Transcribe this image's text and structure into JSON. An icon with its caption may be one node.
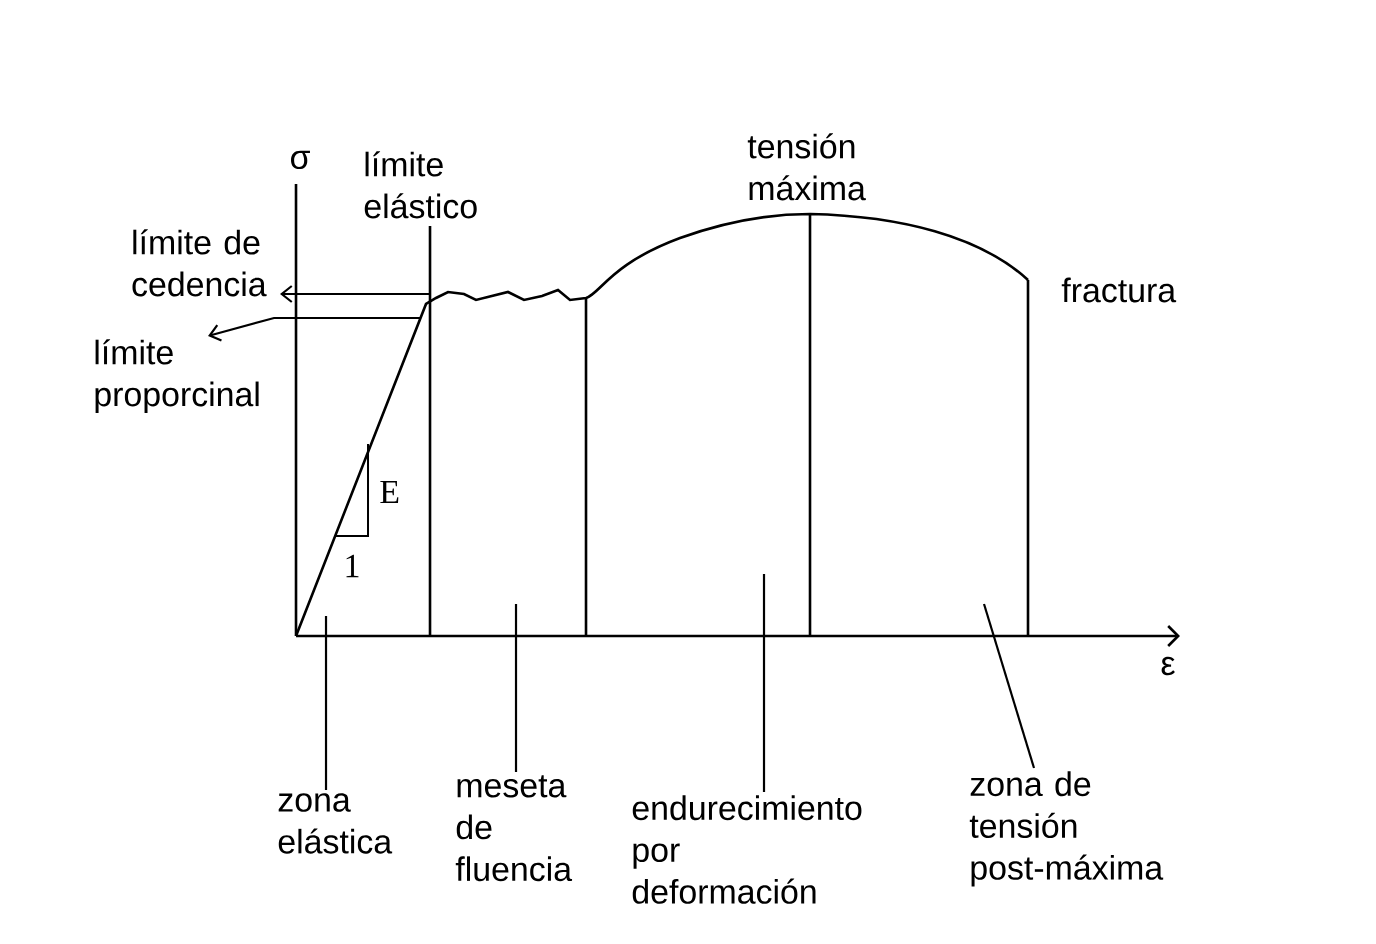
{
  "diagram": {
    "nodes": [
      {
        "text": [
          "límite de cedencia"
        ]
      },
      {
        "text": [
          "límite proporcinal"
        ]
      },
      {
        "text": [
          "zona elástica"
        ]
      },
      {
        "text": [
          "meseta de fluencia"
        ]
      },
      {
        "text": [
          "endurecimiento por deformación"
        ]
      },
      {
        "text": [
          "zona de tensión post-máxima"
        ]
      }
    ],
    "edges": [
      {
        "from": null,
        "to": 0,
        "arrow": "to"
      },
      {
        "from": null,
        "to": 1,
        "arrow": "to"
      },
      {
        "from": 2,
        "to": null,
        "arrow": "none"
      },
      {
        "from": 3,
        "to": null,
        "arrow": "none"
      },
      {
        "from": 4,
        "to": null,
        "arrow": "none"
      },
      {
        "from": 5,
        "to": null,
        "arrow": "none"
      }
    ],
    "labels": [
      "σ",
      "límite elástico",
      "tensión máxima",
      "fractura",
      "E",
      "1",
      "ε"
    ]
  }
}
